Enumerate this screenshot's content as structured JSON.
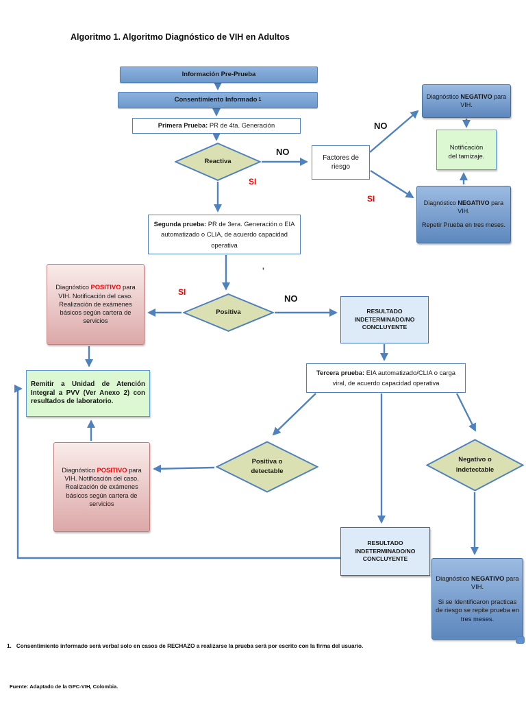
{
  "page": {
    "title": "Algoritmo 1. Algoritmo Diagnóstico de VIH en Adultos",
    "footnote": {
      "number": "1.",
      "pre": "Consentimiento informado será verbal solo en casos de ",
      "bold": "RECHAZO",
      "post": " a realizarse la prueba será por escrito con la firma del usuario."
    },
    "source": "Fuente: Adaptado de la GPC-VIH, Colombia."
  },
  "nodes": {
    "info_pre_prueba": {
      "label": "Información Pre-Prueba"
    },
    "consentimiento": {
      "label": "Consentimiento Informado",
      "sup": "1"
    },
    "primera_prueba": {
      "bold": "Primera Prueba:",
      "rest": " PR de 4ta. Generación"
    },
    "reactiva": {
      "label": "Reactiva"
    },
    "factores_riesgo": {
      "line1": "Factores de",
      "line2": "riesgo"
    },
    "negativo_top": {
      "pre": "Diagnóstico ",
      "bold": "NEGATIVO",
      "post": " para VIH."
    },
    "notificacion": {
      "dot": ".",
      "line1": "Notificación",
      "line2": "del tamizaje."
    },
    "negativo_repetir": {
      "pre": "Diagnóstico ",
      "bold": "NEGATIVO",
      "post": " para VIH.",
      "line2": "Repetir Prueba en tres meses."
    },
    "segunda_prueba": {
      "bold": "Segunda prueba:",
      "rest": " PR de 3era. Generación o EIA automatizado o CLIA,  de acuerdo capacidad operativa"
    },
    "positiva": {
      "label": "Positiva"
    },
    "positivo_izq": {
      "pre": "Diagnóstico ",
      "highlight": "POSITIVO",
      "post": " para VIH. Notificación del caso. Realización de exámenes básicos según cartera de servicios"
    },
    "resultado_indeterminado_1": {
      "label": "RESULTADO INDETERMINADO/NO CONCLUYENTE"
    },
    "tercera_prueba": {
      "bold": "Tercera  prueba:",
      "rest": " EIA automatizado/CLIA o carga viral, de acuerdo capacidad operativa"
    },
    "remitir": {
      "label": "Remitir a Unidad de Atención Integral a PVV (Ver Anexo 2) con resultados de laboratorio."
    },
    "positivo_inf": {
      "pre": "Diagnóstico ",
      "highlight": "POSITIVO",
      "post": " para VIH. Notificación del caso. Realización de exámenes básicos según cartera de servicios"
    },
    "positiva_detectable": {
      "line1": "Positiva o",
      "line2": "detectable"
    },
    "negativo_indetectable": {
      "line1": "Negativo o",
      "line2": "indetectable"
    },
    "resultado_indeterminado_2": {
      "label": "RESULTADO INDETERMINADO/NO CONCLUYENTE"
    },
    "negativo_final": {
      "pre": "Diagnóstico ",
      "bold": "NEGATIVO",
      "post": " para VIH.",
      "line2": "Si se Identificaron practicas de riesgo se repite  prueba en tres meses."
    }
  },
  "edges": {
    "reactiva_no": "NO",
    "reactiva_si": "SI",
    "factores_no": "NO",
    "factores_si": "SI",
    "positiva_si": "SI",
    "positiva_no": "NO",
    "tick": "'"
  },
  "colors": {
    "arrow": "#4f81bd",
    "box_blue": "#7ea6d4",
    "box_dark_blue": "#6d94c4",
    "box_light_blue": "#dcebf7",
    "box_green": "#dcf8d3",
    "box_pink": "#e3b1b1",
    "diamond": "#dbe0b2",
    "si_red": "#ff0000",
    "no_black": "#111111"
  }
}
